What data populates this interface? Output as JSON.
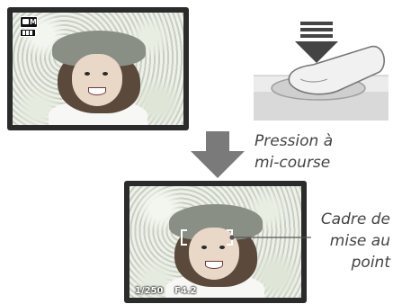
{
  "top_screen": {
    "mode_icon": "camera-mode-icon",
    "battery_icon": "battery-icon"
  },
  "shutter_caption": {
    "line1": "Pression à",
    "line2": "mi-course"
  },
  "bottom_screen": {
    "shutter_speed": "1/250",
    "aperture": "F4.2"
  },
  "focus_caption": {
    "line1": "Cadre de",
    "line2": "mise au",
    "line3": "point"
  }
}
